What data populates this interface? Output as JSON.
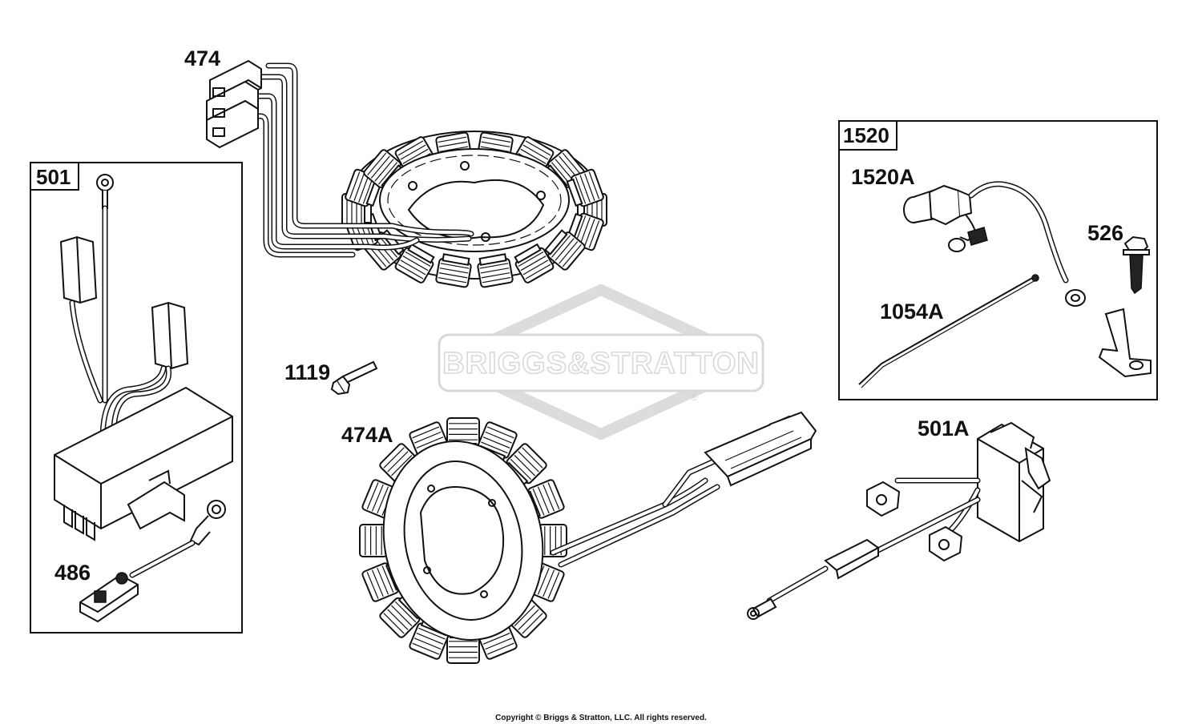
{
  "labels": {
    "p474": "474",
    "p474A": "474A",
    "p501": "501",
    "p501A": "501A",
    "p486": "486",
    "p1119": "1119",
    "p1520": "1520",
    "p1520A": "1520A",
    "p526": "526",
    "p1054A": "1054A"
  },
  "watermark": {
    "text": "BRIGGS&STRATTON",
    "mark": "®"
  },
  "footer": {
    "copyright": "Copyright © Briggs & Stratton, LLC. All rights reserved."
  },
  "colors": {
    "ink": "#111111",
    "watermark": "#d8d8d8",
    "background": "#ffffff"
  }
}
